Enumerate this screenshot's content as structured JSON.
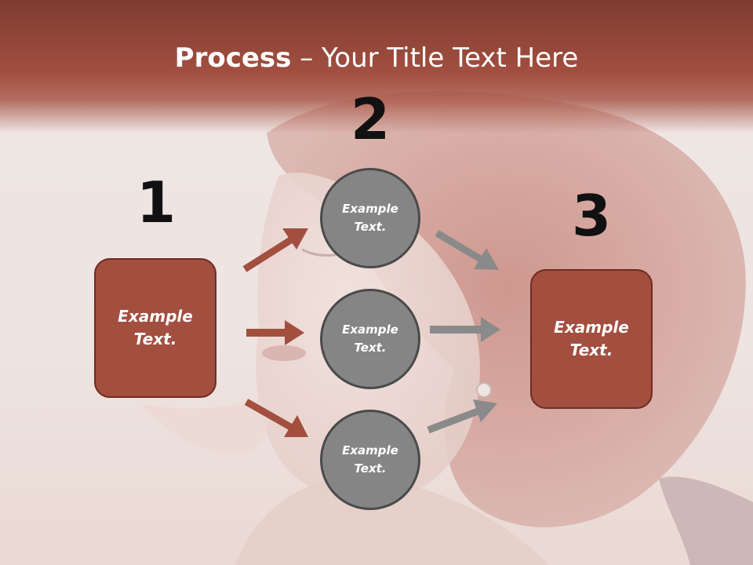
{
  "title": {
    "bold": "Process",
    "dash": " – ",
    "rest": "Your Title Text Here"
  },
  "steps": [
    {
      "number": "1",
      "line1": "Example",
      "line2": "Text."
    },
    {
      "number": "2"
    },
    {
      "number": "3",
      "line1": "Example",
      "line2": "Text."
    }
  ],
  "circles": [
    {
      "line1": "Example",
      "line2": "Text."
    },
    {
      "line1": "Example",
      "line2": "Text."
    },
    {
      "line1": "Example",
      "line2": "Text."
    }
  ],
  "colors": {
    "accent": "#a24f40",
    "accent_dark": "#6f2b22",
    "header": "#8e4436",
    "circle_fill": "#858585",
    "circle_border": "#4a4a4a",
    "gray_arrow": "#8a8a8a"
  }
}
